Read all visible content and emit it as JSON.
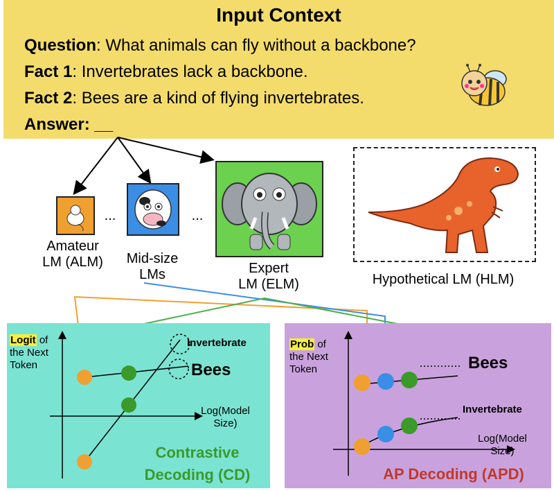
{
  "context": {
    "title": "Input Context",
    "question_key": "Question",
    "question_text": ": What animals can fly without a backbone?",
    "fact1_key": "Fact 1",
    "fact1_text": ": Invertebrates lack a backbone.",
    "fact2_key": "Fact 2",
    "fact2_text": ": Bees are a kind of flying invertebrates.",
    "answer_key": "Answer",
    "answer_text": ": __"
  },
  "models": {
    "amateur": "Amateur\nLM (ALM)",
    "amateur_l1": "Amateur",
    "amateur_l2": "LM (ALM)",
    "mid_l1": "Mid-size",
    "mid_l2": "LMs",
    "expert_l1": "Expert",
    "expert_l2": "LM (ELM)",
    "hypothetical": "Hypothetical LM (HLM)",
    "dots": "..."
  },
  "cd_panel": {
    "y_hl": "Logit",
    "y_rest1": " of",
    "y_rest2": "the Next",
    "y_rest3": "Token",
    "x_label1": "Log(Model",
    "x_label2": "Size)",
    "invertebrate": "Invertebrate",
    "bees": "Bees",
    "title1": "Contrastive",
    "title2": "Decoding (CD)",
    "color": "#3a9a2a"
  },
  "apd_panel": {
    "y_hl": "Prob",
    "y_rest1": " of",
    "y_rest2": "the Next",
    "y_rest3": "Token",
    "x_label1": "Log(Model",
    "x_label2": "Size)",
    "bees": "Bees",
    "invertebrate": "Invertebrate",
    "title": "AP Decoding (APD)",
    "color": "#c0392b"
  },
  "colors": {
    "context_bg": "#f3dc6b",
    "cd_bg": "#7be3d2",
    "apd_bg": "#c9a2dd",
    "amateur": "#f0a030",
    "mid": "#3a8ee6",
    "expert": "#4caf50",
    "hypothetical_dino": "#e8622c"
  }
}
